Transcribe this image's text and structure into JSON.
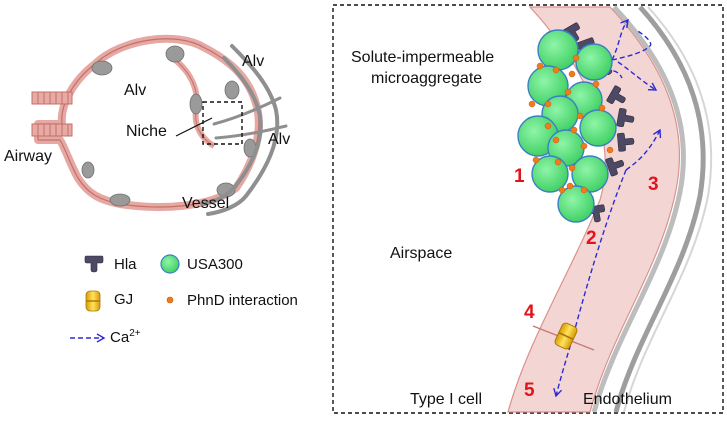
{
  "overview": {
    "labels": {
      "alv_center": "Alv",
      "alv_top_right": "Alv",
      "alv_right": "Alv",
      "niche": "Niche",
      "airway": "Airway",
      "vessel": "Vessel"
    }
  },
  "legend": {
    "hla": "Hla",
    "usa300": "USA300",
    "gj": "GJ",
    "phnd": "PhnD interaction",
    "ca_base": "Ca",
    "ca_sup": "2+"
  },
  "detail": {
    "title_line1": "Solute-impermeable",
    "title_line2": "microaggregate",
    "airspace": "Airspace",
    "type1_cell": "Type I cell",
    "endothelium": "Endothelium",
    "steps": [
      "1",
      "2",
      "3",
      "4",
      "5"
    ]
  },
  "colors": {
    "membrane_fill": "#f3d6d4",
    "membrane_line": "#d9928d",
    "bacteria_fill": "#55e07a",
    "bacteria_stroke": "#3a7fc4",
    "hla": "#4d4863",
    "phnd": "#f07a1e",
    "ca_arrow": "#2b2bd6",
    "step_label": "#e0141e",
    "gj": "#f6c21a",
    "vessel_wall": "#9e9e9e"
  }
}
